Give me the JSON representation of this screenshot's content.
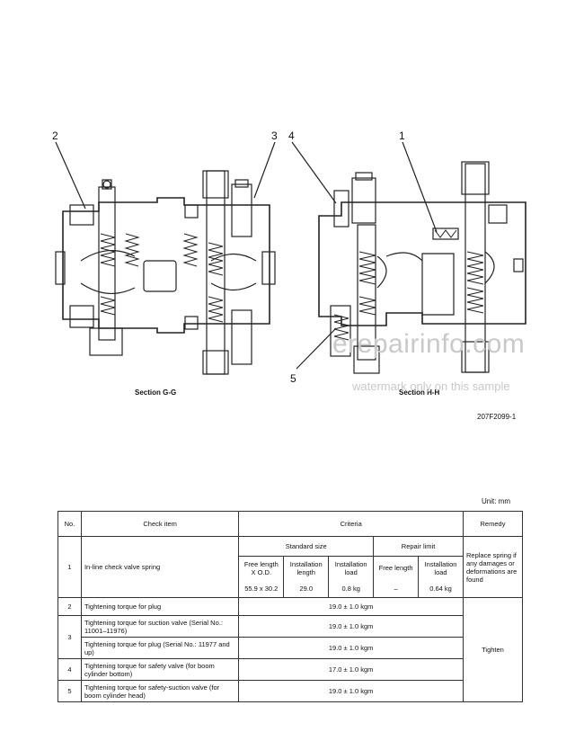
{
  "figure": {
    "callouts": {
      "left_2": "2",
      "left_3": "3",
      "right_4": "4",
      "right_1": "1",
      "right_5": "5"
    },
    "section_left": "Section G-G",
    "section_right": "Section H-H",
    "figure_number": "207F2099-1",
    "watermark_main": "erepairinfo.com",
    "watermark_sub": "watermark only on this sample"
  },
  "table": {
    "unit": "Unit:  mm",
    "headers": {
      "no": "No.",
      "check_item": "Check item",
      "criteria": "Criteria",
      "remedy": "Remedy"
    },
    "sub_headers": {
      "standard_size": "Standard size",
      "repair_limit": "Repair limit",
      "free_length_od": "Free length X O.D.",
      "installation_length": "Installation length",
      "installation_load": "Installation load",
      "free_length": "Free length",
      "installation_load_2": "Installation load"
    },
    "row1": {
      "no": "1",
      "item": "In-line check valve spring",
      "free_length_od": "55.9 x 30.2",
      "installation_length": "29.0",
      "installation_load": "0.8 kg",
      "repair_free_length": "–",
      "repair_installation_load": "0.64 kg",
      "remedy": "Replace spring if any damages or deformations are found"
    },
    "row2": {
      "no": "2",
      "item": "Tightening torque for plug",
      "value": "19.0 ± 1.0 kgm"
    },
    "row3a": {
      "item": "Tightening torque for suction valve (Serial No.: 11001–11976)",
      "value": "19.0 ± 1.0 kgm"
    },
    "row3_no": "3",
    "row3b": {
      "item": "Tightening torque for plug (Serial No.: 11977 and up)",
      "value": "19.0 ± 1.0 kgm"
    },
    "row4": {
      "no": "4",
      "item": "Tightening torque for safety valve (for boom cylinder bottom)",
      "value": "17.0 ± 1.0 kgm"
    },
    "row5": {
      "no": "5",
      "item": "Tightening torque for safety-suction valve (for boom cylinder head)",
      "value": "19.0 ± 1.0 kgm"
    },
    "remedy_tighten": "Tighten"
  }
}
